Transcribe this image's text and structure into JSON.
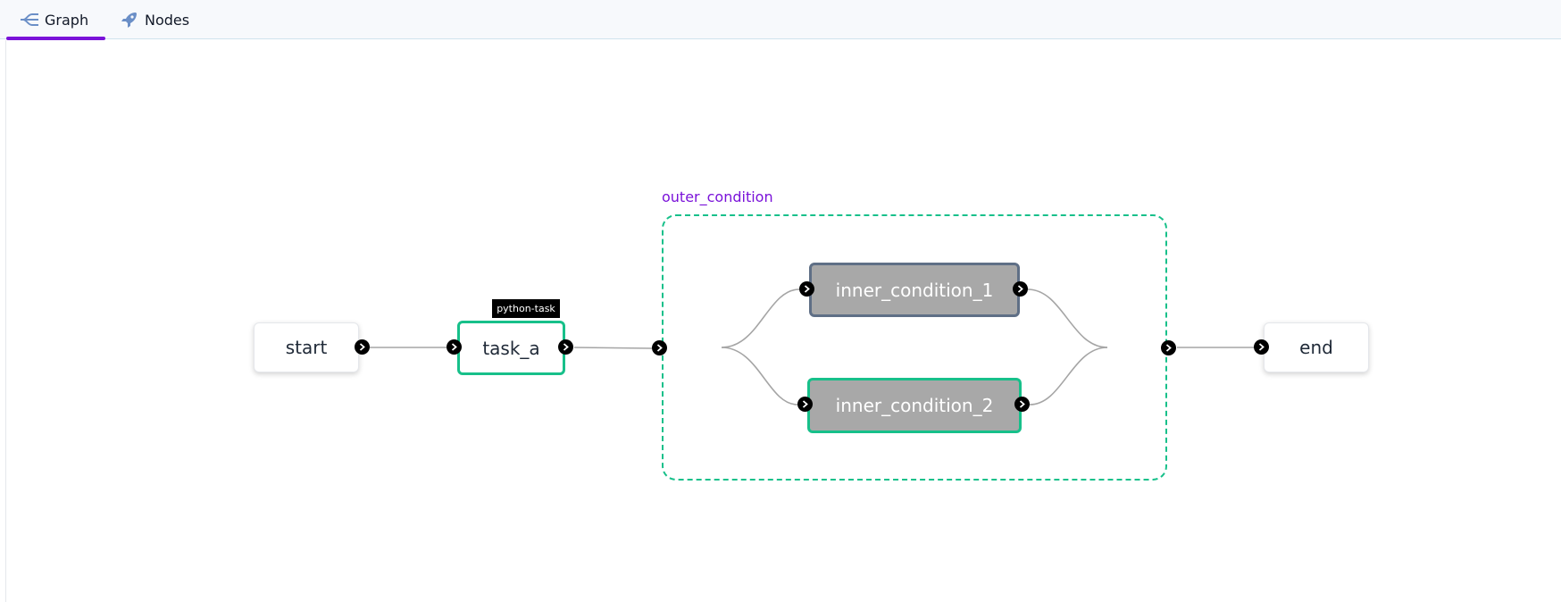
{
  "tabs": [
    {
      "label": "Graph",
      "icon": "graph-icon",
      "active": true
    },
    {
      "label": "Nodes",
      "icon": "rocket-icon",
      "active": false
    }
  ],
  "colors": {
    "accent": "#7a12d9",
    "success": "#17c08a",
    "node_grey": "#a8a8a8",
    "node_grey_border": "#5f6f86"
  },
  "graph": {
    "group": {
      "label": "outer_condition"
    },
    "nodes": {
      "start": {
        "label": "start"
      },
      "task_a": {
        "label": "task_a",
        "badge": "python-task"
      },
      "inner_condition_1": {
        "label": "inner_condition_1"
      },
      "inner_condition_2": {
        "label": "inner_condition_2"
      },
      "end": {
        "label": "end"
      }
    }
  }
}
